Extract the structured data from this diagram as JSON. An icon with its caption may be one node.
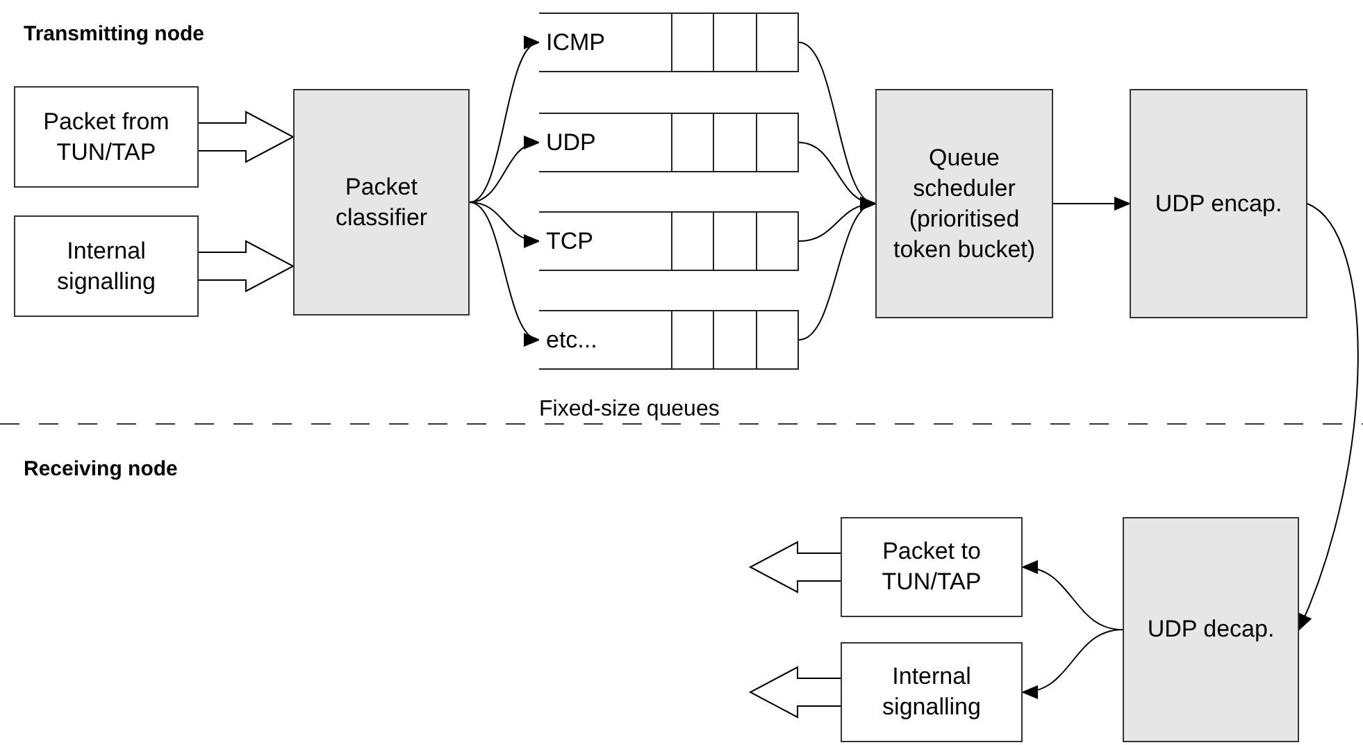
{
  "diagram": {
    "nodes": [
      {
        "text": [
          "Packet from TUN/TAP"
        ]
      },
      {
        "text": [
          "Internal signalling"
        ]
      },
      {
        "text": [
          "Packet classifier"
        ]
      },
      {
        "text": [
          "ICMP"
        ]
      },
      {
        "text": [
          "UDP"
        ]
      },
      {
        "text": [
          "TCP"
        ]
      },
      {
        "text": [
          "etc..."
        ]
      },
      {
        "text": [
          "Queue scheduler (prioritised token bucket)"
        ]
      },
      {
        "text": [
          "UDP encap."
        ]
      },
      {
        "text": [
          "Packet to TUN/TAP"
        ]
      },
      {
        "text": [
          "Internal signalling"
        ]
      },
      {
        "text": [
          "UDP decap."
        ]
      }
    ],
    "edges": [
      {
        "from": 0,
        "to": 2,
        "arrow": "to",
        "style": "thick"
      },
      {
        "from": 1,
        "to": 2,
        "arrow": "to",
        "style": "thick"
      },
      {
        "from": 2,
        "to": 3,
        "arrow": "to"
      },
      {
        "from": 2,
        "to": 4,
        "arrow": "to"
      },
      {
        "from": 2,
        "to": 5,
        "arrow": "to"
      },
      {
        "from": 2,
        "to": 6,
        "arrow": "to"
      },
      {
        "from": 3,
        "to": 7,
        "arrow": "to"
      },
      {
        "from": 4,
        "to": 7,
        "arrow": "to"
      },
      {
        "from": 5,
        "to": 7,
        "arrow": "to"
      },
      {
        "from": 6,
        "to": 7,
        "arrow": "to"
      },
      {
        "from": 7,
        "to": 8,
        "arrow": "to"
      },
      {
        "from": 8,
        "to": 11,
        "arrow": "to"
      },
      {
        "from": 11,
        "to": 9,
        "arrow": "to"
      },
      {
        "from": 11,
        "to": 10,
        "arrow": "to"
      },
      {
        "from": 9,
        "to": null,
        "arrow": "to",
        "style": "thick"
      },
      {
        "from": 10,
        "to": null,
        "arrow": "to",
        "style": "thick"
      }
    ],
    "labels": [
      "Transmitting node",
      "Fixed-size queues",
      "Receiving node"
    ]
  }
}
